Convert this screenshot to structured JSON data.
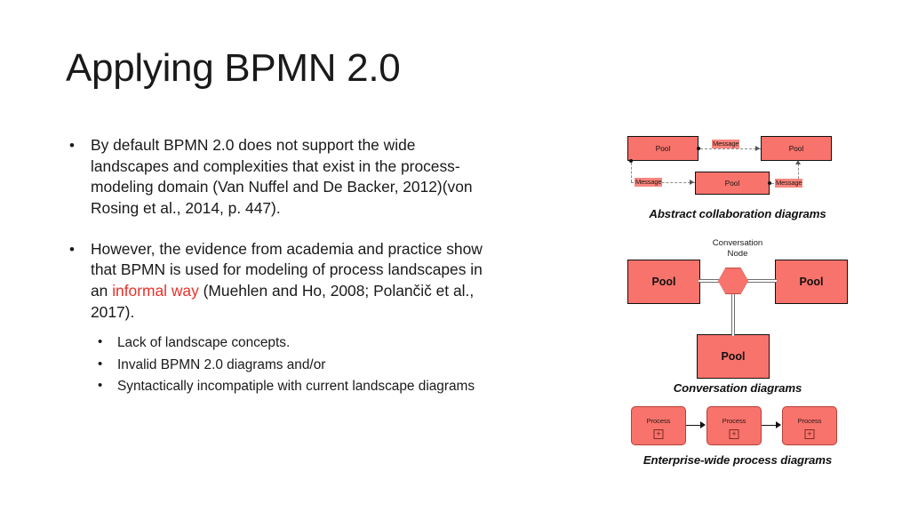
{
  "slide": {
    "title": "Applying BPMN 2.0",
    "background_color": "#ffffff",
    "accent_red": "#e8312b",
    "pool_fill": "#f8736b",
    "bullets": [
      {
        "marker": "•",
        "text": "By default BPMN 2.0 does not support the wide landscapes and complexities that exist in the process-modeling domain (Van Nuffel and De Backer, 2012)(von Rosing et al., 2014, p. 447)."
      }
    ],
    "bullet2": {
      "marker": "•",
      "part1": "However, the evidence from academia and practice show that BPMN is used for modeling of process landscapes in an ",
      "highlight": "informal way",
      "part2": " (Muehlen and Ho, 2008; Polančič et al., 2017)."
    },
    "sub_bullets": [
      {
        "marker": "•",
        "text": "Lack of landscape concepts."
      },
      {
        "marker": "•",
        "text": "Invalid BPMN 2.0 diagrams and/or"
      },
      {
        "marker": "•",
        "text": "Syntactically incompatiple with current landscape diagrams"
      }
    ]
  },
  "figures": {
    "collaboration": {
      "caption": "Abstract collaboration diagrams",
      "pools": [
        {
          "label": "Pool"
        },
        {
          "label": "Pool"
        },
        {
          "label": "Pool"
        }
      ],
      "messages": [
        {
          "label": "Message"
        },
        {
          "label": "Message"
        },
        {
          "label": "Message"
        }
      ]
    },
    "conversation": {
      "caption": "Conversation diagrams",
      "node_label_line1": "Conversation",
      "node_label_line2": "Node",
      "pools": [
        {
          "label": "Pool"
        },
        {
          "label": "Pool"
        },
        {
          "label": "Pool"
        }
      ]
    },
    "process": {
      "caption": "Enterprise-wide process diagrams",
      "boxes": [
        {
          "label": "Process",
          "marker": "+"
        },
        {
          "label": "Process",
          "marker": "+"
        },
        {
          "label": "Process",
          "marker": "+"
        }
      ]
    }
  }
}
